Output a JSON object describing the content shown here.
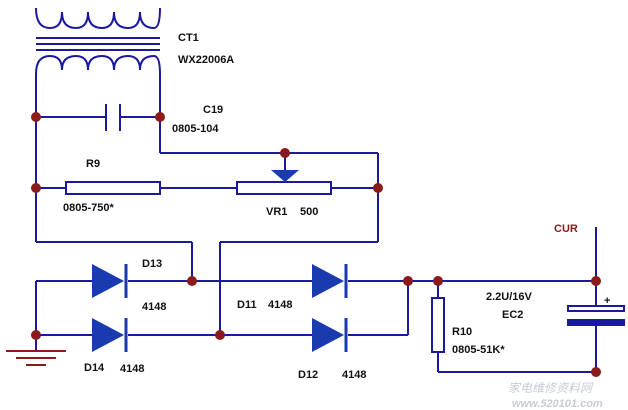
{
  "components": {
    "transformer": {
      "ref": "CT1",
      "value": "WX22006A"
    },
    "capacitor_c19": {
      "ref": "C19",
      "value": "0805-104"
    },
    "resistor_r9": {
      "ref": "R9",
      "value": "0805-750*"
    },
    "potentiometer": {
      "ref": "VR1",
      "value": "500"
    },
    "diode_d13": {
      "ref": "D13",
      "value": "4148"
    },
    "diode_d14": {
      "ref": "D14",
      "value": "4148"
    },
    "diode_d11": {
      "ref": "D11",
      "value": "4148"
    },
    "diode_d12": {
      "ref": "D12",
      "value": "4148"
    },
    "resistor_r10": {
      "ref": "R10",
      "value": "0805-51K*"
    },
    "capacitor_ec2": {
      "ref": "EC2",
      "value": "2.2U/16V"
    }
  },
  "net_labels": {
    "output": "CUR"
  },
  "polarity": {
    "ec2_plus": "+"
  },
  "watermark": {
    "text": "家电维修资料网",
    "url": "www.520101.com"
  },
  "colors": {
    "wire": "#1a1a9e",
    "junction": "#8b1a1a",
    "diode": "#1a3ab0",
    "label": "#111111",
    "net_label": "#8b1a1a"
  }
}
